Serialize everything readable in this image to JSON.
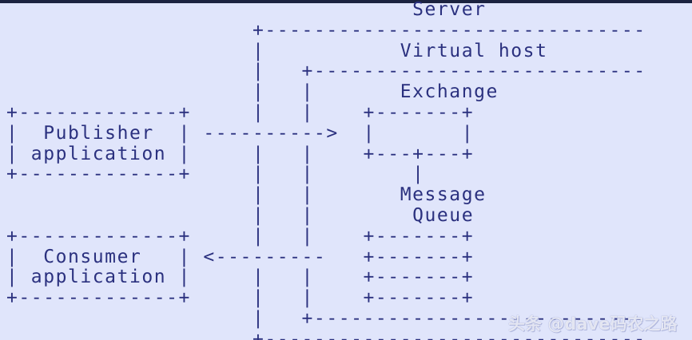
{
  "diagram": {
    "kind": "ascii-art",
    "subject": "Message broker architecture",
    "background_color": "#e0e5fb",
    "ink_color": "#2b317f",
    "top_strip_color": "#1c2340",
    "labels": {
      "server": "Server",
      "virtual_host": "Virtual host",
      "exchange": "Exchange",
      "message": "Message",
      "queue": "Queue",
      "publisher_line1": "Publisher",
      "publisher_line2": "application",
      "consumer_line1": "Consumer",
      "consumer_line2": "application"
    },
    "arrows": {
      "publish": "---------->",
      "consume": "<---------"
    },
    "ascii": "                                  Server\n             +-----------------------------------+\n             |        Virtual host               |\n             |     +-----------------------------+\n             |     |        Exchange             |\n+-------------+     |     +-------+             |\n|  Publisher  | ---------->  |       |             |\n| application |     |     +---+---+             |\n+-------------+     |     |   |                 |\n             |     |      Message                |\n             |     |       Queue                 |\n             |     |     +-------+               |\n+-------------+ <--------- +-------+             |\n|  Consumer   |     |     +-------+             |\n| application |     |     +-------+             |\n+-------------+     +-----------------------------+\n             +-----------------------------------+\n",
    "ascii_rows": [
      "                        Server",
      "           +-----------------------------+",
      "           |       Virtual host          |",
      "           |   +-------------------------+",
      "           |   |      Exchange           |",
      "           |   |   +-------+             |",
      "           |   |   |       |             |",
      "           |   |   +---+---+             |",
      "           |   |       |                 |",
      "           |   |    Message              |",
      "           |   |     Queue               |",
      "           |   |   +-------+             |",
      "           |   |   +-------+             |",
      "           |   |   +-------+             |",
      "           |   |   +-------+             |",
      "           |   +-------------------------+",
      "           +-----------------------------+"
    ]
  },
  "watermark": {
    "text": "头条 @dave码农之路"
  }
}
